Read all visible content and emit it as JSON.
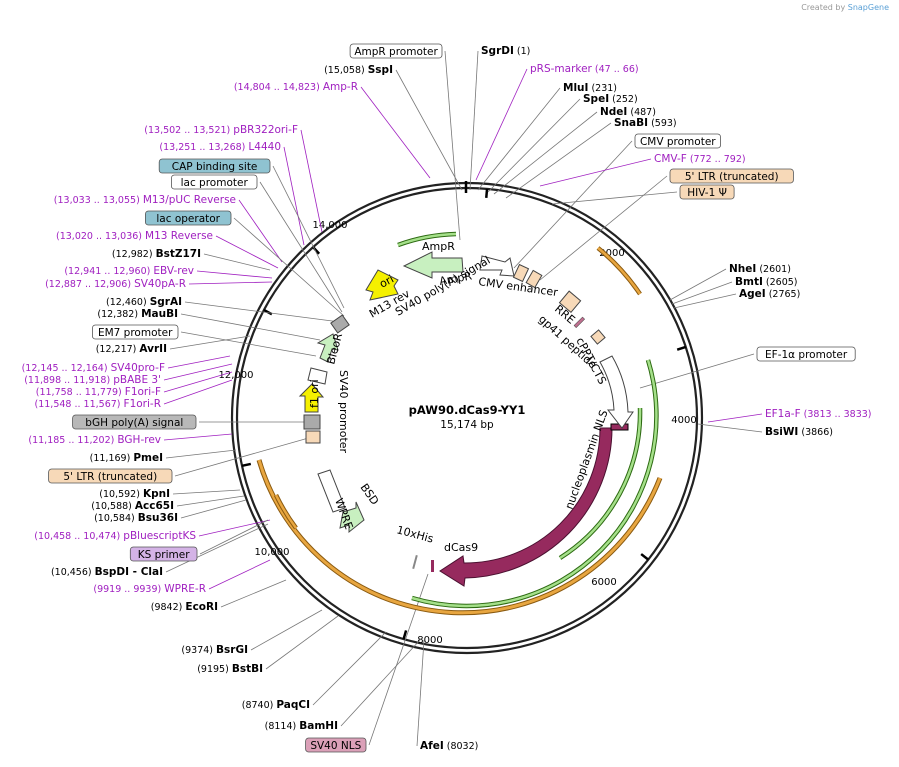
{
  "brand": {
    "prefix": "Created by",
    "name": "SnapGene"
  },
  "plasmid": {
    "name": "pAW90.dCas9-YY1",
    "size": "15,174 bp"
  },
  "ticks": [
    "2000",
    "4000",
    "6000",
    "8000",
    "10,000",
    "12,000",
    "14,000"
  ],
  "left_labels": [
    {
      "text": "AmpR promoter",
      "kind": "box",
      "fill": "#ffffff"
    },
    {
      "pos": "(15,058)",
      "name": "SspI",
      "kind": "site"
    },
    {
      "pos": "(14,804 .. 14,823)",
      "name": "Amp-R",
      "kind": "primer"
    },
    {
      "pos": "(13,502 .. 13,521)",
      "name": "pBR322ori-F",
      "kind": "primer"
    },
    {
      "pos": "(13,251 .. 13,268)",
      "name": "L4440",
      "kind": "primer"
    },
    {
      "text": "CAP binding site",
      "kind": "box",
      "fill": "#8fc3d1"
    },
    {
      "text": "lac promoter",
      "kind": "box",
      "fill": "#ffffff"
    },
    {
      "pos": "(13,033 .. 13,055)",
      "name": "M13/pUC Reverse",
      "kind": "primer"
    },
    {
      "text": "lac operator",
      "kind": "box",
      "fill": "#8fc3d1"
    },
    {
      "pos": "(13,020 .. 13,036)",
      "name": "M13 Reverse",
      "kind": "primer"
    },
    {
      "pos": "(12,982)",
      "name": "BstZ17I",
      "kind": "site"
    },
    {
      "pos": "(12,941 .. 12,960)",
      "name": "EBV-rev",
      "kind": "primer"
    },
    {
      "pos": "(12,887 .. 12,906)",
      "name": "SV40pA-R",
      "kind": "primer"
    },
    {
      "pos": "(12,460)",
      "name": "SgrAI",
      "kind": "site"
    },
    {
      "pos": "(12,382)",
      "name": "MauBI",
      "kind": "site"
    },
    {
      "text": "EM7 promoter",
      "kind": "box",
      "fill": "#ffffff"
    },
    {
      "pos": "(12,217)",
      "name": "AvrII",
      "kind": "site"
    },
    {
      "pos": "(12,145 .. 12,164)",
      "name": "SV40pro-F",
      "kind": "primer"
    },
    {
      "pos": "(11,898 .. 11,918)",
      "name": "pBABE 3'",
      "kind": "primer"
    },
    {
      "pos": "(11,758 .. 11,779)",
      "name": "F1ori-F",
      "kind": "primer"
    },
    {
      "pos": "(11,548 .. 11,567)",
      "name": "F1ori-R",
      "kind": "primer"
    },
    {
      "text": "bGH poly(A) signal",
      "kind": "box",
      "fill": "#b8b8b8"
    },
    {
      "pos": "(11,185 .. 11,202)",
      "name": "BGH-rev",
      "kind": "primer"
    },
    {
      "pos": "(11,169)",
      "name": "PmeI",
      "kind": "site"
    },
    {
      "text": "5' LTR (truncated)",
      "kind": "box",
      "fill": "#f7d9b8"
    },
    {
      "pos": "(10,592)",
      "name": "KpnI",
      "kind": "site"
    },
    {
      "pos": "(10,588)",
      "name": "Acc65I",
      "kind": "site"
    },
    {
      "pos": "(10,584)",
      "name": "Bsu36I",
      "kind": "site"
    },
    {
      "pos": "(10,458 .. 10,474)",
      "name": "pBluescriptKS",
      "kind": "primer"
    },
    {
      "text": "KS primer",
      "kind": "box",
      "fill": "#d4b3e6"
    },
    {
      "pos": "(10,456)",
      "name": "BspDI",
      "extra": "- ClaI",
      "kind": "site"
    },
    {
      "pos": "(9919 .. 9939)",
      "name": "WPRE-R",
      "kind": "primer"
    },
    {
      "pos": "(9842)",
      "name": "EcoRI",
      "kind": "site"
    },
    {
      "pos": "(9374)",
      "name": "BsrGI",
      "kind": "site"
    },
    {
      "pos": "(9195)",
      "name": "BstBI",
      "kind": "site"
    },
    {
      "pos": "(8740)",
      "name": "PaqCI",
      "kind": "site"
    },
    {
      "pos": "(8114)",
      "name": "BamHI",
      "kind": "site"
    },
    {
      "text": "SV40 NLS",
      "kind": "box",
      "fill": "#dba0b8"
    },
    {
      "name": "AfeI",
      "pos": "(8032)",
      "kind": "site"
    }
  ],
  "right_labels": [
    {
      "name": "SgrDI",
      "pos": "(1)",
      "kind": "site"
    },
    {
      "name": "pRS-marker",
      "pos": "(47 .. 66)",
      "kind": "primer"
    },
    {
      "name": "MluI",
      "pos": "(231)",
      "kind": "site"
    },
    {
      "name": "SpeI",
      "pos": "(252)",
      "kind": "site"
    },
    {
      "name": "NdeI",
      "pos": "(487)",
      "kind": "site"
    },
    {
      "name": "SnaBI",
      "pos": "(593)",
      "kind": "site"
    },
    {
      "text": "CMV promoter",
      "kind": "box",
      "fill": "#ffffff"
    },
    {
      "name": "CMV-F",
      "pos": "(772 .. 792)",
      "kind": "primer"
    },
    {
      "text": "5' LTR (truncated)",
      "kind": "box",
      "fill": "#f7d9b8"
    },
    {
      "text": "HIV-1 Ψ",
      "kind": "box",
      "fill": "#f7d9b8"
    },
    {
      "name": "NheI",
      "pos": "(2601)",
      "kind": "site"
    },
    {
      "name": "BmtI",
      "pos": "(2605)",
      "kind": "site"
    },
    {
      "name": "AgeI",
      "pos": "(2765)",
      "kind": "site"
    },
    {
      "text": "EF-1α promoter",
      "kind": "box",
      "fill": "#ffffff"
    },
    {
      "name": "EF1a-F",
      "pos": "(3813 .. 3833)",
      "kind": "primer"
    },
    {
      "name": "BsiWI",
      "pos": "(3866)",
      "kind": "site"
    }
  ],
  "features": [
    "ori",
    "AmpR",
    "AmpR",
    "CMV enhancer",
    "M13 rev",
    "SV40 poly(A) signal",
    "BleoR",
    "RRE",
    "gp41 peptide",
    "cPPT/CTS",
    "f1 ori",
    "SV40 promoter",
    "WPRE",
    "BSD",
    "10xHis",
    "dCas9",
    "nucleoplasmin NLS"
  ],
  "colors": {
    "dcas9": "#962a5e",
    "primer": "#a020c0",
    "orange": "#e8a640",
    "green": "#a5e08a",
    "arrow_light": "#c8f0c0",
    "ori": "#f5f000"
  }
}
